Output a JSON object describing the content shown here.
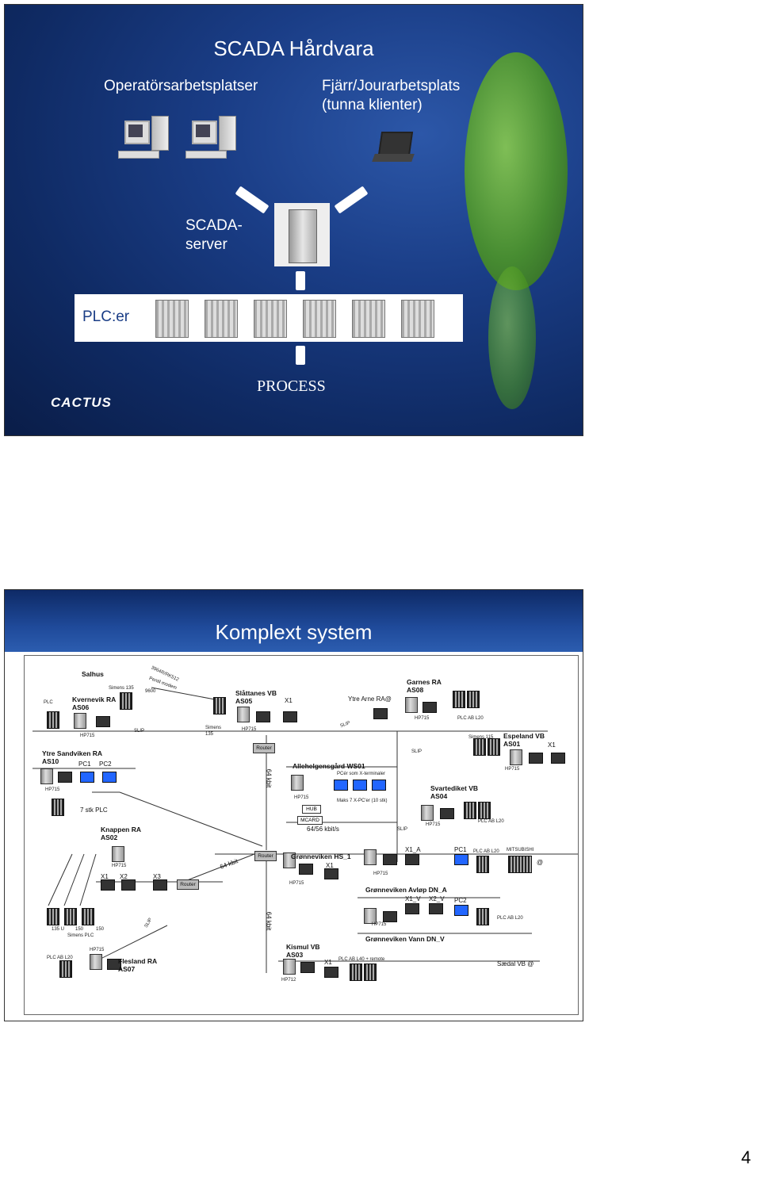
{
  "slide1": {
    "title": "SCADA Hårdvara",
    "operator_label": "Operatörsarbetsplatser",
    "remote_label_1": "Fjärr/Jourarbetsplats",
    "remote_label_2": "(tunna klienter)",
    "server_label_1": "SCADA-",
    "server_label_2": "server",
    "plc_label": "PLC:er",
    "process_label": "PROCESS",
    "logo": "CACTUS"
  },
  "slide2": {
    "title": "Komplext system",
    "labels": {
      "salhus": "Salhus",
      "siemens135_top": "Simens 135",
      "modem": "3964R/RK512",
      "modem2": "Pentil modem",
      "modem3": "9600",
      "plc": "PLC",
      "kvernevik": "Kvernevik RA",
      "as06": "AS06",
      "slattanes": "Slåttanes VB",
      "as05": "AS05",
      "x1_top": "X1",
      "ytre_arne": "Ytre Arne RA@",
      "garnes": "Garnes RA",
      "as08": "AS08",
      "hp715_garnes": "HP715",
      "plc_ab_garnes": "PLC AB L20",
      "hp715_kv": "HP715",
      "slip1": "SLIP",
      "simens135_mid": "Simens",
      "simens135_mid2": "135",
      "hp715_sl": "HP715",
      "slip2": "SLIP",
      "siemens115": "Simens 115",
      "espeland": "Espeland VB",
      "as01": "AS01",
      "x1_esp": "X1",
      "hp715_esp": "HP715",
      "ytre_sandviken": "Ytre Sandviken  RA",
      "as10": "AS10",
      "pc1": "PC1",
      "pc2": "PC2",
      "router1": "Router",
      "kbit64_v1": "64 kbit",
      "allehelgensgard": "Allehelgensgård WS01",
      "pcer": "PCér som X-terminaler",
      "slip3": "SLIP",
      "hp715_ys": "HP715",
      "hp715_al": "HP715",
      "maks": "Maks 7 X-PC'er (10 stk)",
      "svartediket": "Svartediket VB",
      "as04": "AS04",
      "stk_plc": "7 stk PLC",
      "hub": "HUB",
      "mcard": "MCARD",
      "hp715_sv": "HP715",
      "plc_ab_sv": "PLC AB L20",
      "knappen": "Knappen RA",
      "as02": "AS02",
      "kbits_5664": "64/56 kbit/s",
      "slip4": "SLIP",
      "kbit64_h": "64 kbit",
      "router2": "Router",
      "gronneviken_hs": "Grønneviken HS_1",
      "x1_a": "X1_A",
      "pc1_b": "PC1",
      "plc_ab_b": "PLC AB L20",
      "mitsubishi": "MITSUBISHI",
      "at_mits": "@",
      "hp715_kn": "HP715",
      "x1_kn": "X1",
      "x2_kn": "X2",
      "x3_kn": "X3",
      "router3": "Router",
      "x1_gr": "X1",
      "hp715_gr": "HP715",
      "hp715_gr2": "HP715",
      "gronneviken_avl": "Grønneviken Avløp DN_A",
      "x1_v": "X1_V",
      "x2_v": "X2_V",
      "pc2_b": "PC2",
      "kbit64_v2": "64 kbit",
      "slip5": "SLIP",
      "plc_ab_l": "PLC AB L20",
      "hp715_vann": "HP715",
      "s135u": "135 U",
      "s150a": "150",
      "s150b": "150",
      "simens_plc": "Simens PLC",
      "gronneviken_vann": "Grønneviken Vann DN_V",
      "kismul": "Kismul VB",
      "as03": "AS03",
      "plc_ab_l20_fl": "PLC AB L20",
      "hp715_fl": "HP715",
      "flesland": "Flesland RA",
      "as07": "AS07",
      "x1_kis": "X1",
      "plc_remote": "PLC AB L40 + remote",
      "saedal": "Sædal VB @",
      "hp712": "HP712"
    }
  },
  "page_number": "4",
  "colors": {
    "slide_bg": "#1a3d86",
    "header_bg": "#0e2a66",
    "link": "#333333"
  }
}
